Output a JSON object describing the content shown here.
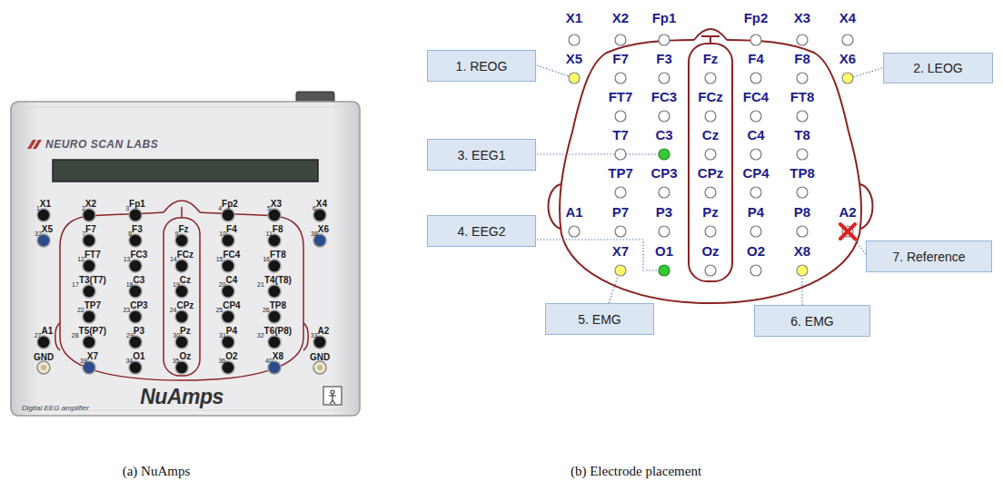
{
  "diagram": {
    "nodes": [
      {
        "text": [
          "1. REOG"
        ]
      },
      {
        "text": [
          "2. LEOG"
        ]
      },
      {
        "text": [
          "3. EEG1"
        ]
      },
      {
        "text": [
          "4. EEG2"
        ]
      },
      {
        "text": [
          "5. EMG"
        ]
      },
      {
        "text": [
          "6. EMG"
        ]
      },
      {
        "text": [
          "7. Reference"
        ]
      }
    ],
    "labels": [
      "NEURO SCAN LABS",
      "1",
      "X1",
      "2",
      "X2",
      "3",
      "Fp1",
      "4",
      "Fp2",
      "5",
      "X3",
      "6",
      "X4",
      "37",
      "X5",
      "7",
      "F7",
      "8",
      "F3",
      "9",
      "Fz",
      "10",
      "F4",
      "11",
      "F8",
      "38",
      "X6",
      "12",
      "FT7",
      "13",
      "FC3",
      "14",
      "FCz",
      "15",
      "FC4",
      "16",
      "FT8",
      "17",
      "T3(T7)",
      "18",
      "C3",
      "19",
      "Cz",
      "20",
      "C4",
      "21",
      "T4(T8)",
      "22",
      "TP7",
      "23",
      "CP3",
      "24",
      "CPz",
      "25",
      "CP4",
      "26",
      "TP8",
      "27",
      "A1",
      "28",
      "T5(P7)",
      "29",
      "P3",
      "30",
      "Pz",
      "31",
      "P4",
      "32",
      "T6(P8)",
      "33",
      "A2",
      "GND",
      "39",
      "X7",
      "34",
      "O1",
      "35",
      "Oz",
      "36",
      "O2",
      "40",
      "X8",
      "GND",
      "NuAmps",
      "Digital EEG amplifier",
      "(a) NuAmps",
      "X1",
      "X2",
      "Fp1",
      "Fp2",
      "X3",
      "X4",
      "X5",
      "F7",
      "F3",
      "Fz",
      "F4",
      "F8",
      "X6",
      "FT7",
      "FC3",
      "FCz",
      "FC4",
      "FT8",
      "T7",
      "C3",
      "Cz",
      "C4",
      "T8",
      "TP7",
      "CP3",
      "CPz",
      "CP4",
      "TP8",
      "A1",
      "P7",
      "P3",
      "Pz",
      "P4",
      "P8",
      "A2",
      "X7",
      "O1",
      "Oz",
      "O2",
      "X8",
      "(b) Electrode placement"
    ]
  }
}
